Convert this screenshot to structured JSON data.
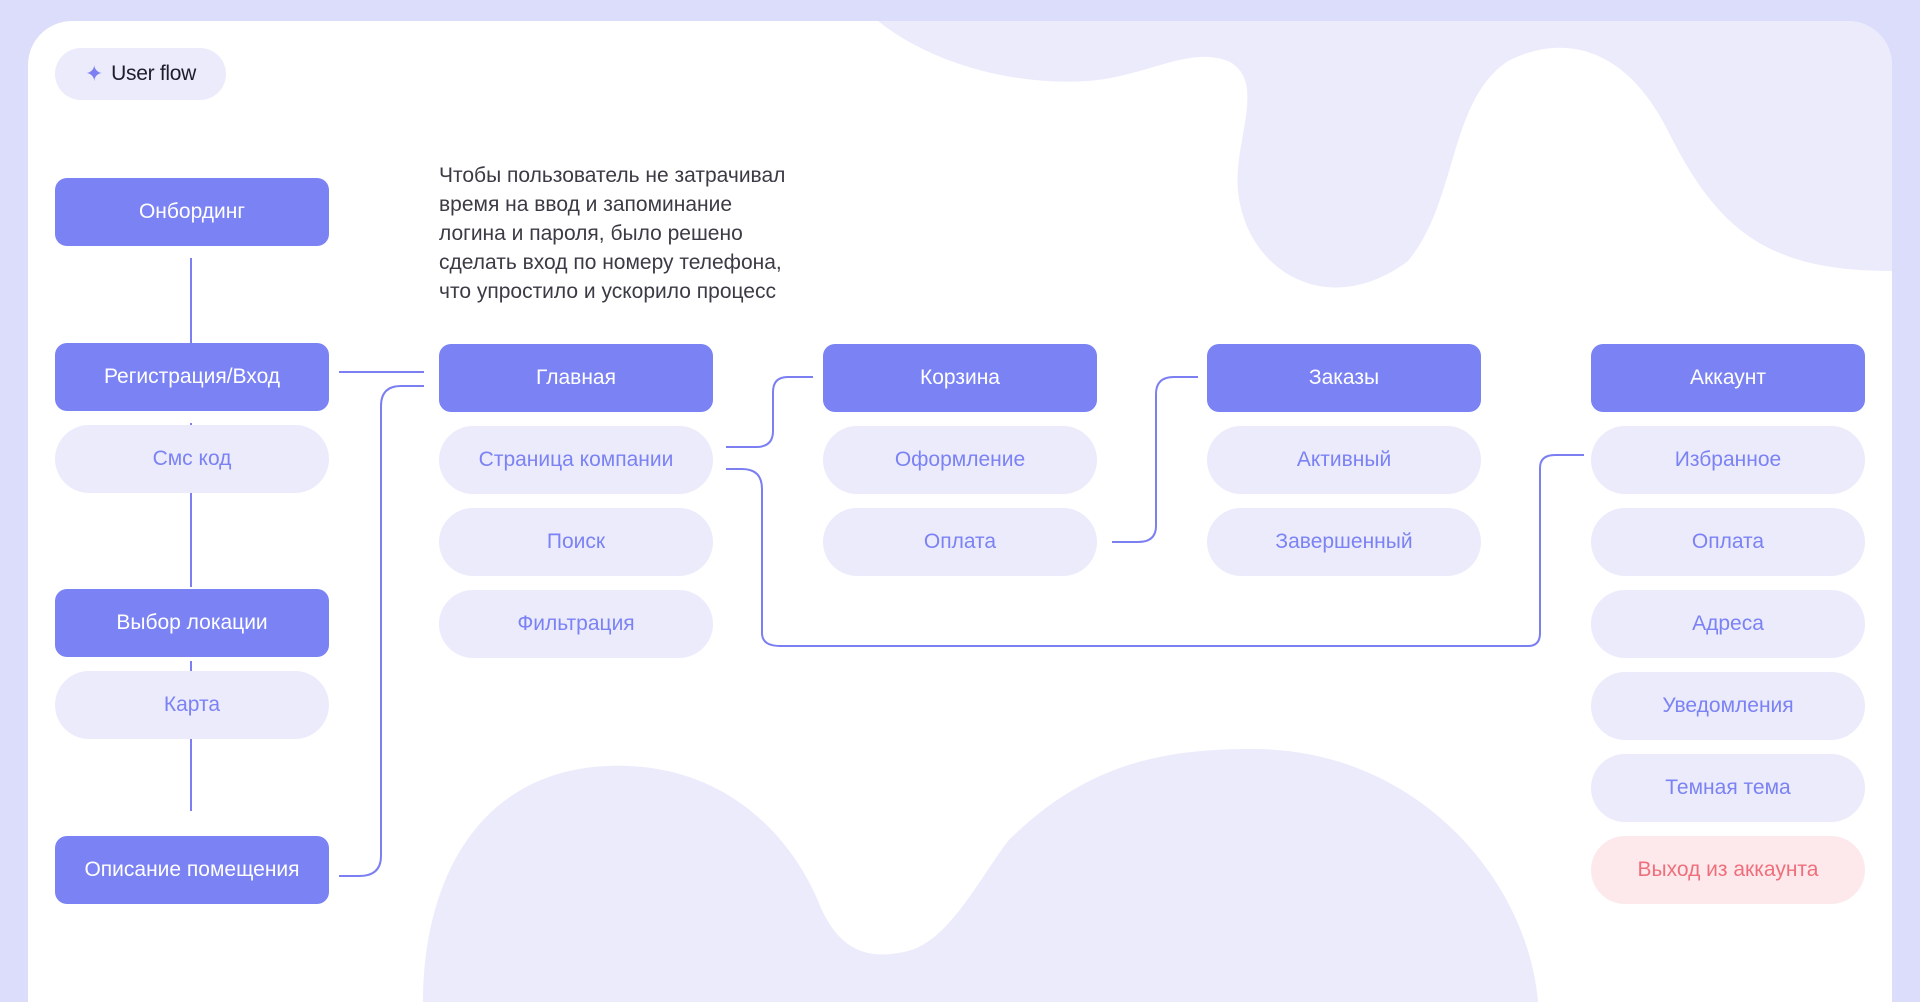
{
  "colors": {
    "background": "#dcdcfb",
    "card": "#ffffff",
    "blob": "#ebebfc",
    "primary": "#7b82f3",
    "secondary_bg": "#ebebfc",
    "danger_text": "#ee6f7b",
    "danger_bg": "#fde9ec",
    "connector": "#7b7ff2"
  },
  "header": {
    "chip_label": "User flow",
    "chip_icon": "sparkle-icon"
  },
  "note": "Чтобы пользователь не затрачивал\nвремя на ввод и запоминание\nлогина и пароля, было решено\nсделать вход по номеру телефона,\nчто упростило и ускорило процесс",
  "columns": {
    "auth": {
      "onboarding": "Онбординг",
      "registration": "Регистрация/Вход",
      "sms_code": "Смс код",
      "location": "Выбор локации",
      "map": "Карта",
      "description": "Описание помещения"
    },
    "main": {
      "title": "Главная",
      "items": [
        "Страница компании",
        "Поиск",
        "Фильтрация"
      ]
    },
    "cart": {
      "title": "Корзина",
      "items": [
        "Оформление",
        "Оплата"
      ]
    },
    "orders": {
      "title": "Заказы",
      "items": [
        "Активный",
        "Завершенный"
      ]
    },
    "account": {
      "title": "Аккаунт",
      "items": [
        "Избранное",
        "Оплата",
        "Адреса",
        "Уведомления",
        "Темная тема"
      ],
      "logout": "Выход из аккаунта"
    }
  }
}
